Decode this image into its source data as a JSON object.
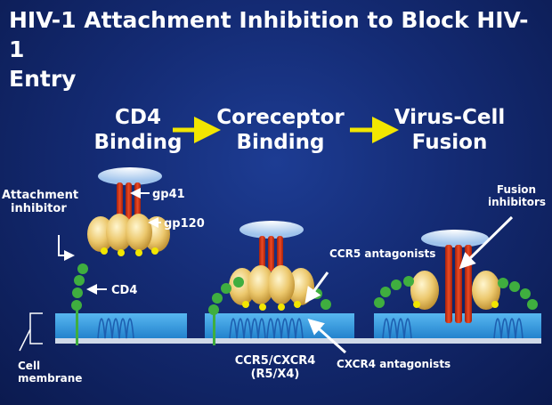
{
  "title": {
    "line1": "HIV-1 Attachment Inhibition to Block HIV-1",
    "line2": "Entry"
  },
  "steps": [
    {
      "line1": "CD4",
      "line2": "Binding"
    },
    {
      "line1": "Coreceptor",
      "line2": "Binding"
    },
    {
      "line1": "Virus-Cell",
      "line2": "Fusion"
    }
  ],
  "labels": {
    "gp41": "gp41",
    "gp120": "gp120",
    "cd4": "CD4",
    "attachment_inhibitor": {
      "line1": "Attachment",
      "line2": "inhibitor"
    },
    "cell_membrane": {
      "line1": "Cell",
      "line2": "membrane"
    },
    "ccr5_antagonists": "CCR5 antagonists",
    "cxcr4_antagonists": "CXCR4 antagonists",
    "coreceptor": {
      "line1": "CCR5/CXCR4",
      "line2": "(R5/X4)"
    },
    "fusion_inhibitors": {
      "line1": "Fusion",
      "line2": "inhibitors"
    }
  },
  "colors": {
    "background": "#142b74",
    "arrow": "#f2e600",
    "membrane": "#2f9be0",
    "gp41": "#d83a1c",
    "gp120": "#e8c772",
    "cd4": "#3fae3f",
    "text": "#ffffff"
  }
}
